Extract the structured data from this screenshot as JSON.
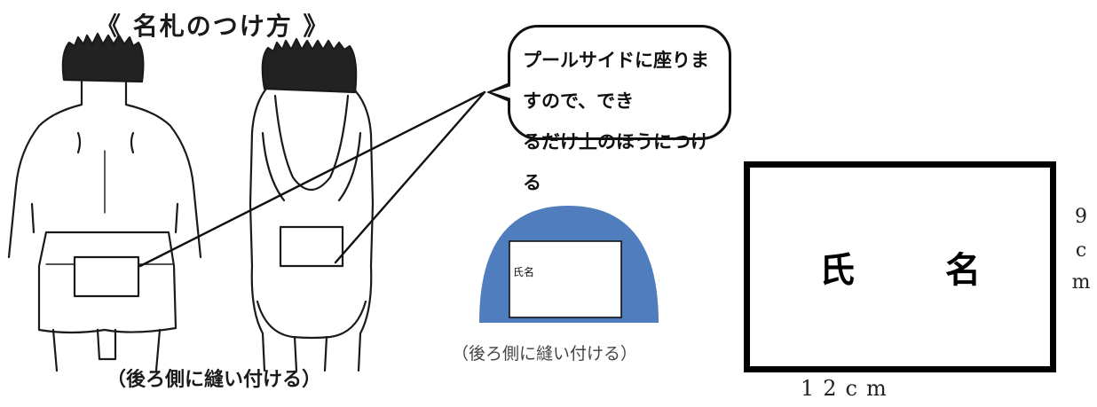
{
  "title": "《 名札のつけ方 》",
  "illustration_caption": "（後ろ側に縫い付ける）",
  "callout": {
    "line1": "プールサイドに座りますので、でき",
    "line2": "るだけ上のほうにつける"
  },
  "tag_sample": {
    "label": "氏名",
    "caption": "（後ろ側に縫い付ける）",
    "fill_color": "#4f7dbe"
  },
  "big_tag": {
    "label": "氏 名",
    "height_digit": "9",
    "height_unit_c": "c",
    "height_unit_m": "m",
    "width": "12cm"
  }
}
